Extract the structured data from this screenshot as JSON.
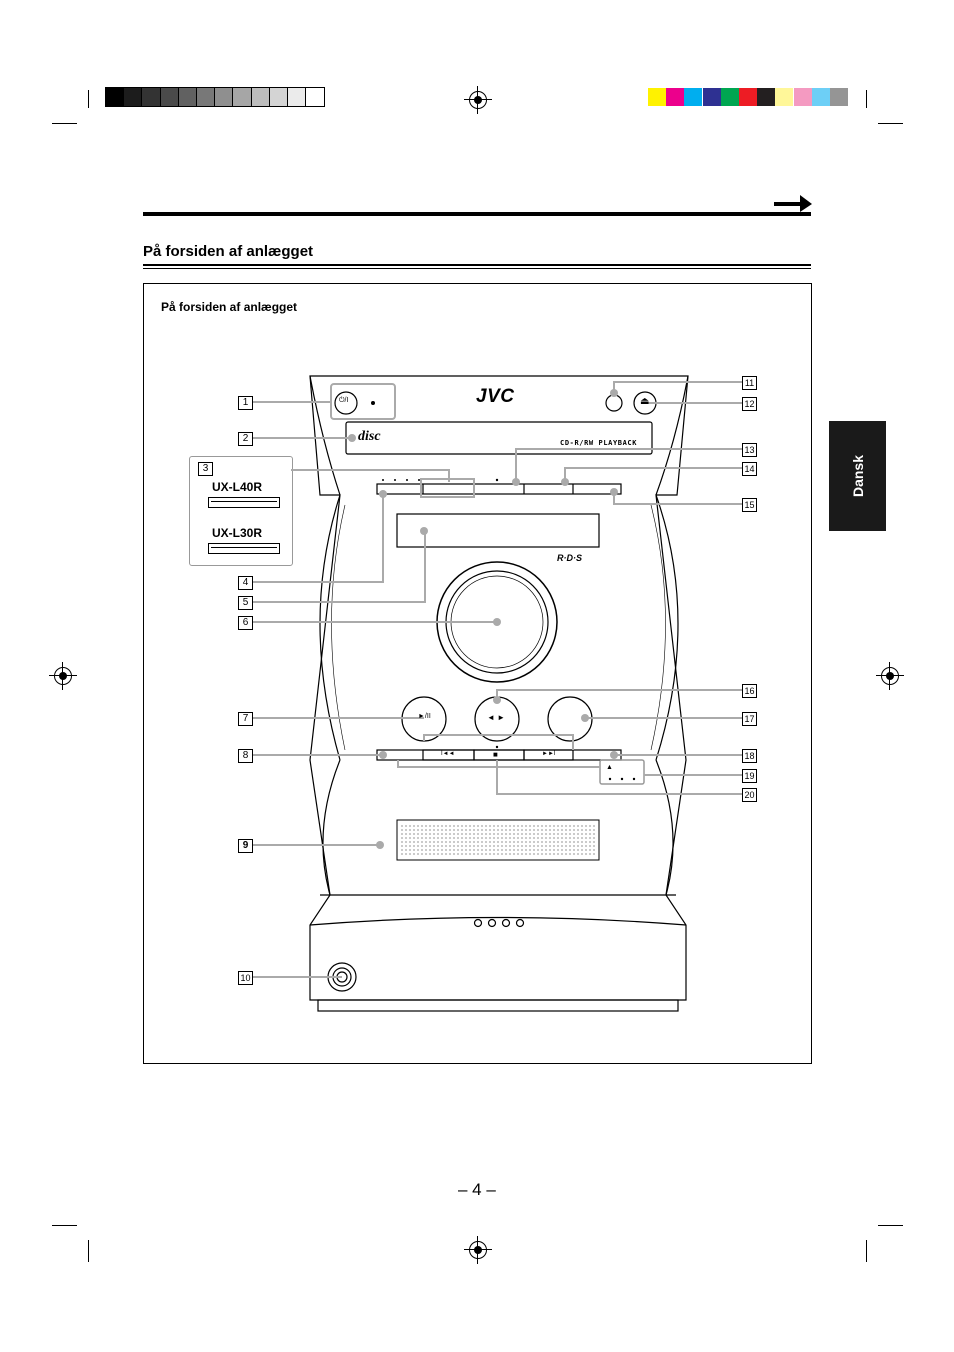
{
  "color_bars": {
    "grayscale": [
      "#000000",
      "#1c1c1c",
      "#333333",
      "#4a4a4a",
      "#616161",
      "#787878",
      "#8f8f8f",
      "#a6a6a6",
      "#bdbdbd",
      "#d4d4d4",
      "#ebebeb",
      "#ffffff"
    ],
    "process": [
      "#fff200",
      "#ec008c",
      "#00aeef",
      "#2e3192",
      "#00a651",
      "#ed1c24",
      "#231f20",
      "#fff799",
      "#f49ac1",
      "#6dcff6",
      "#959595"
    ]
  },
  "section_title": "På forsiden af anlægget",
  "figure_caption": "På forsiden af anlægget",
  "language_tab": "Dansk",
  "device": {
    "brand": "JVC",
    "disc_logo": "disc",
    "cd_label": "CD-R/RW PLAYBACK",
    "rds_logo": "R·D·S",
    "models": [
      "UX-L40R",
      "UX-L30R"
    ],
    "power_symbol": "⏻/I",
    "eject_symbol": "⏏",
    "play_pause_symbol": "►/II",
    "direction_symbol": "◄ ►",
    "prev_symbol": "I◄◄",
    "stop_symbol": "■",
    "next_symbol": "►►I",
    "eject_small_symbol": "▲"
  },
  "callouts": [
    "1",
    "2",
    "3",
    "4",
    "5",
    "6",
    "7",
    "8",
    "9",
    "10",
    "11",
    "12",
    "13",
    "14",
    "15",
    "16",
    "17",
    "18",
    "19",
    "20"
  ],
  "page_number": "– 4 –"
}
